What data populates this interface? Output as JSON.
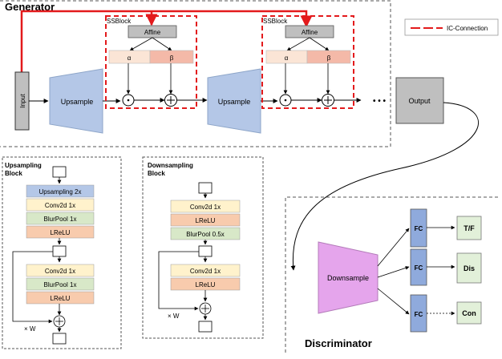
{
  "generator": {
    "title": "Generator",
    "input_label": "Input",
    "upsample_label": "Upsample",
    "ssblock_label": "SSBlock",
    "affine_label": "Affine",
    "alpha_label": "α",
    "beta_label": "β",
    "output_label": "Output",
    "ellipsis": "• • •"
  },
  "legend": {
    "ic_connection_label": "IC-Connection"
  },
  "upsampling_block": {
    "title_line1": "Upsampling",
    "title_line2": "Block",
    "layers_top": [
      "Upsampling 2x",
      "Conv2d 1x",
      "BlurPool 1x",
      "LReLU"
    ],
    "layers_bottom": [
      "Conv2d 1x",
      "BlurPool 1x",
      "LReLU"
    ],
    "repeat_label": "× W"
  },
  "downsampling_block": {
    "title_line1": "Downsampling",
    "title_line2": "Block",
    "layers_top": [
      "Conv2d 1x",
      "LReLU",
      "BlurPool 0.5x"
    ],
    "layers_bottom": [
      "Conv2d 1x",
      "LReLU"
    ],
    "repeat_label": "× W"
  },
  "discriminator": {
    "title": "Discriminator",
    "downsample_label": "Downsample",
    "fc_label": "FC",
    "outputs": [
      "T/F",
      "Dis",
      "Con"
    ]
  },
  "colors": {
    "red": "#e31a1c",
    "blue_trap": "#b4c7e7",
    "pink_trap": "#e5a5ec",
    "grey_box": "#bfbfbf",
    "blue_fc": "#8faadc",
    "output_green": "#e2f0d9",
    "alpha_orange": "#fbe5d6",
    "beta_pink": "#f4b9a8",
    "layer_yellow": "#fff2cc",
    "layer_green": "#d8e8c8",
    "layer_blue": "#b4c7e7",
    "layer_orange": "#f8cbad"
  }
}
